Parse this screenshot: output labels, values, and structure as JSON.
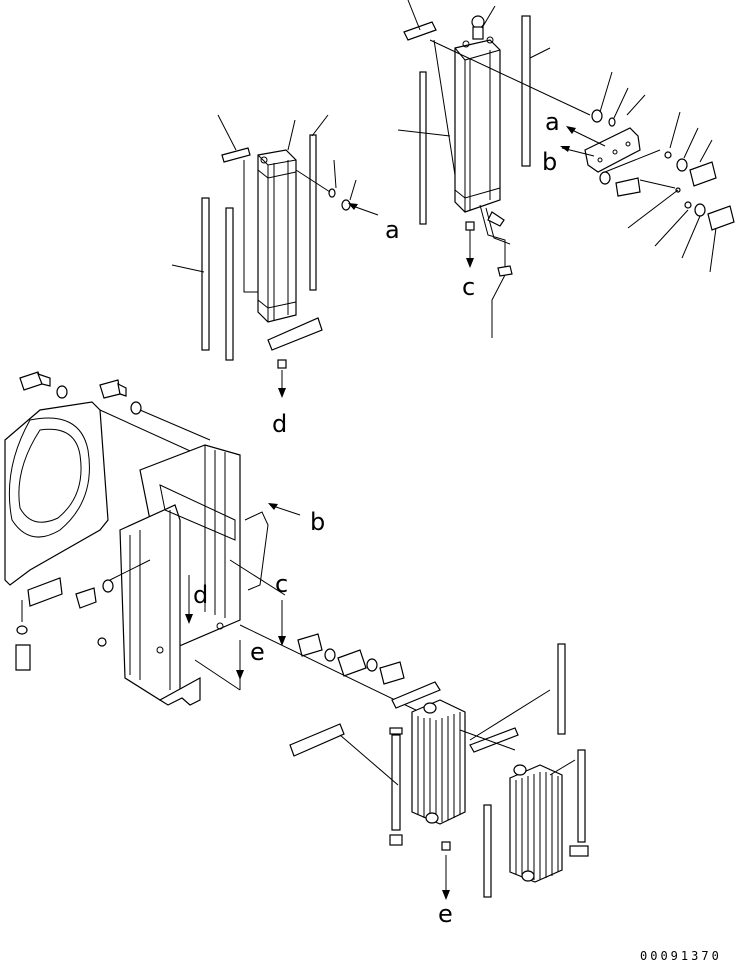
{
  "labels": {
    "a": "a",
    "b": "b",
    "c": "c",
    "d": "d",
    "e": "e"
  },
  "drawing_code": "00091370"
}
